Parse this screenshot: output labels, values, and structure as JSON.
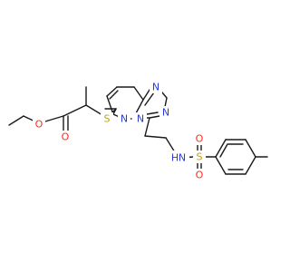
{
  "colors": {
    "bond": "#1a1a1a",
    "O": "#ff2a1a",
    "N": "#2a3bd6",
    "S": "#c2a300",
    "background": "#ffffff"
  },
  "atom_labels": {
    "ester_O_ether": "O",
    "ester_O_carbonyl": "O",
    "thioether_S": "S",
    "ring_N_pyridazine": "N",
    "ring_N_bridge": "N",
    "ring_N_triazole_a": "N",
    "ring_N_triazole_b": "N",
    "amine_NH": "N",
    "amine_H": "H",
    "sulfonyl_S": "S",
    "sulfonyl_O_top": "O",
    "sulfonyl_O_bottom": "O"
  }
}
